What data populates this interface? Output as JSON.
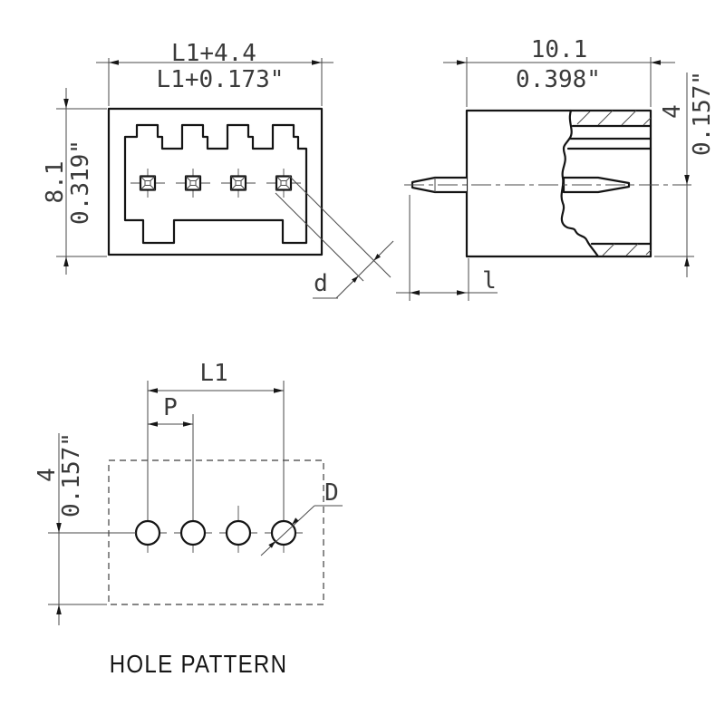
{
  "drawing": {
    "front_view": {
      "width_mm": "L1+4.4",
      "width_in": "L1+0.173\"",
      "height_mm": "8.1",
      "height_in": "0.319\"",
      "pin_size_label": "d"
    },
    "side_view": {
      "depth_mm": "10.1",
      "depth_in": "0.398\"",
      "offset_mm": "4",
      "offset_in": "0.157\"",
      "pin_length_label": "l"
    },
    "hole_pattern": {
      "span_label": "L1",
      "pitch_label": "P",
      "offset_mm": "4",
      "offset_in": "0.157\"",
      "hole_diameter_label": "D",
      "title": "HOLE PATTERN"
    }
  }
}
